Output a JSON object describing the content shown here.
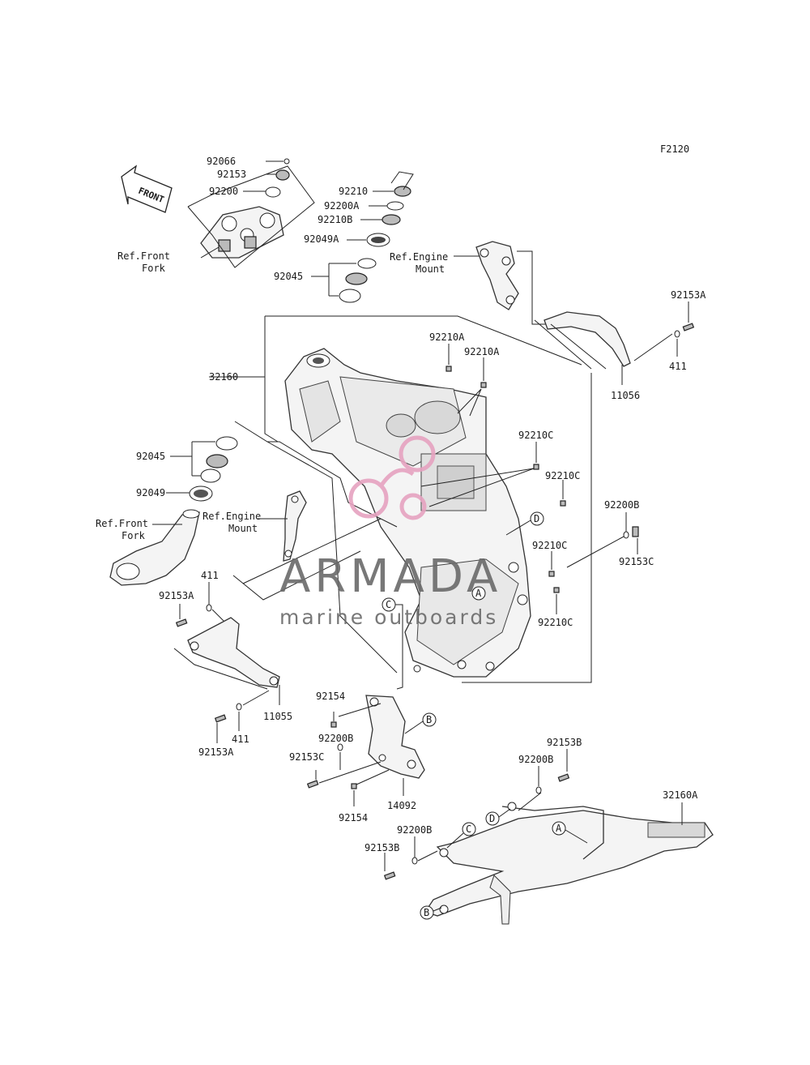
{
  "diagram_code": "F2120",
  "front_arrow_text": "FRONT",
  "watermark": {
    "brand": "ARMADA",
    "tagline": "marine outboards",
    "accent": "#e6a3c0"
  },
  "refs": {
    "front_fork_top": [
      "Ref.Front",
      "Fork"
    ],
    "front_fork_bottom": [
      "Ref.Front",
      "Fork"
    ],
    "engine_mount_top": [
      "Ref.Engine",
      "Mount"
    ],
    "engine_mount_mid": [
      "Ref.Engine",
      "Mount"
    ]
  },
  "callouts": {
    "A": "A",
    "B": "B",
    "C": "C",
    "D": "D"
  },
  "parts": {
    "p92066": "92066",
    "p92153": "92153",
    "p92200": "92200",
    "p92210": "92210",
    "p92200A": "92200A",
    "p92210B": "92210B",
    "p92049A": "92049A",
    "p92045_top": "92045",
    "p32160": "32160",
    "p92210A_1": "92210A",
    "p92210A_2": "92210A",
    "p92153A_r": "92153A",
    "p411_r": "411",
    "p11056": "11056",
    "p92210C_1": "92210C",
    "p92210C_2": "92210C",
    "p92210C_3": "92210C",
    "p92210C_4": "92210C",
    "p92200B_r": "92200B",
    "p92153C_r": "92153C",
    "p92045_left": "92045",
    "p92049": "92049",
    "p411_l": "411",
    "p92153A_l": "92153A",
    "p11055": "11055",
    "p411_b": "411",
    "p92153A_b": "92153A",
    "p92154_t": "92154",
    "p92200B_m": "92200B",
    "p92153C_m": "92153C",
    "p92154_b": "92154",
    "p14092": "14092",
    "p92153B_r": "92153B",
    "p92200B_r2": "92200B",
    "p32160A": "32160A",
    "p92200B_l": "92200B",
    "p92153B_l": "92153B"
  }
}
